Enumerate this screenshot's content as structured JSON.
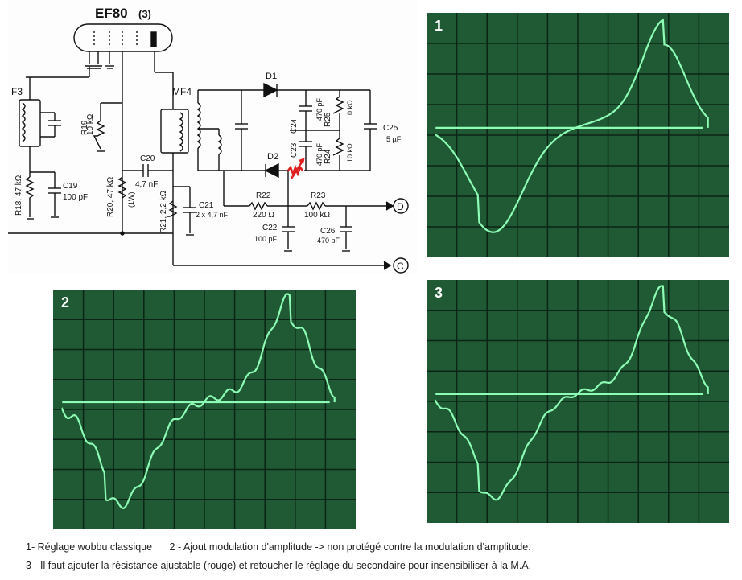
{
  "schematic": {
    "tube": "EF80",
    "tube_index": "(3)",
    "components": {
      "f3": "F3",
      "mf4": "MF4",
      "d1": "D1",
      "d2": "D2",
      "r18": "R18, 47 kΩ",
      "c19": "C19",
      "c19_val": "100 pF",
      "r19": "R19",
      "r19_val": "10 kΩ",
      "c20": "C20",
      "c20_val": "4,7 nF",
      "r20": "R20, 47 kΩ",
      "r20_note": "(1W)",
      "r21": "R21, 2,2 kΩ",
      "c21": "C21",
      "c21_val": "2 x 4,7 nF",
      "r22": "R22",
      "r22_val": "220 Ω",
      "c22": "C22",
      "c22_val": "100 pF",
      "r23": "R23",
      "r23_val": "100 kΩ",
      "c26": "C26",
      "c26_val": "470 pF",
      "c24": "C24",
      "c24_val": "470 pF",
      "c23": "C23",
      "c23_val": "470 pF",
      "r25": "R25",
      "r25_val": "10 kΩ",
      "r24": "R24",
      "r24_val": "10 kΩ",
      "c25": "C25",
      "c25_val": "5 µF"
    },
    "outputs": {
      "d": "D",
      "c": "C"
    }
  },
  "scopes": [
    {
      "number": "1",
      "trace": "clean"
    },
    {
      "number": "2",
      "trace": "am-modulated"
    },
    {
      "number": "3",
      "trace": "am-reduced"
    }
  ],
  "captions": {
    "line1_a": "1- Réglage wobbu classique",
    "line1_b": "2 - Ajout modulation d'amplitude -> non protégé contre la modulation d'amplitude.",
    "line2": "3 - Il faut ajouter la résistance ajustable (rouge) et retoucher le réglage du secondaire pour insensibiliser à la M.A."
  },
  "colors": {
    "screen": "#1f5a35",
    "grid": "#0b2415",
    "trace": "#8dfcb4",
    "ink": "#111111",
    "highlight": "#e02020"
  }
}
